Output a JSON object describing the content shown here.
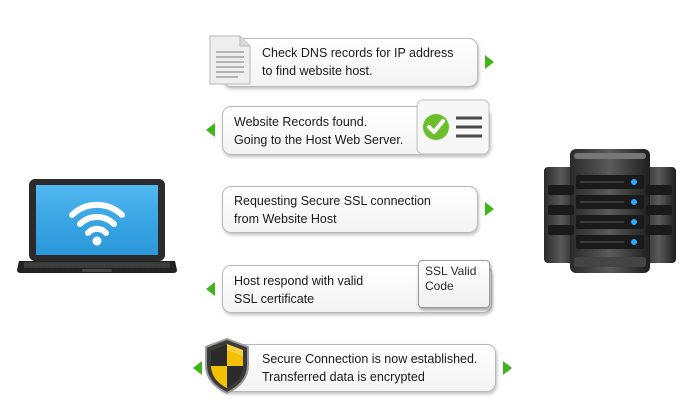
{
  "steps": [
    {
      "line1": "Check DNS records for IP address",
      "line2": "to find website host."
    },
    {
      "line1": "Website Records found.",
      "line2": "Going to the Host Web Server."
    },
    {
      "line1": "Requesting Secure SSL connection",
      "line2": "from Website Host"
    },
    {
      "line1": "Host respond with valid",
      "line2": "SSL certificate"
    },
    {
      "line1": "Secure Connection is now established.",
      "line2": "Transferred data is encrypted"
    }
  ],
  "ssl_card": {
    "line1": "SSL Valid",
    "line2": "Code"
  },
  "colors": {
    "arrow": "#3fb618",
    "check": "#6cbf2c",
    "shield_yellow": "#f2c200"
  },
  "icons": [
    "laptop-wifi-icon",
    "server-icon",
    "document-icon",
    "checklist-icon",
    "shield-icon"
  ]
}
